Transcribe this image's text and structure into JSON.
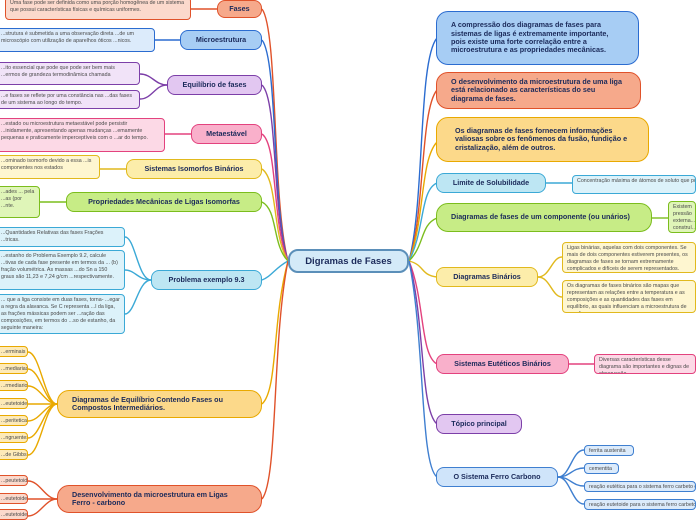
{
  "central": "Digramas de Fases",
  "right_nodes": [
    {
      "id": "r1",
      "text": "A compressão dos diagramas de fases para sistemas de ligas é extremamente importante, pois existe uma forte correlação entre a microestrutura e as propriedades mecânicas.",
      "fill": "#a7cdf4",
      "stroke": "#2b6cd0"
    },
    {
      "id": "r2",
      "text": "O desenvolvimento da microestrutura de uma liga está relacionado as características do seu diagrama de fases.",
      "fill": "#f6a98b",
      "stroke": "#e0522a"
    },
    {
      "id": "r3",
      "text": "Os diagramas de fases fornecem informações valiosas sobre os fenômenos da fusão, fundição e cristalização, além de outros.",
      "fill": "#fcd98a",
      "stroke": "#e9a900"
    },
    {
      "id": "r4",
      "text": "Limite de Solubilidade",
      "fill": "#bde6f3",
      "stroke": "#3ba9d6"
    },
    {
      "id": "r5",
      "text": "Diagramas de fases de um componente (ou unários)",
      "fill": "#c7ec86",
      "stroke": "#7bbd1d"
    },
    {
      "id": "r6",
      "text": "Diagramas Binários",
      "fill": "#fcedaa",
      "stroke": "#e1b91d"
    },
    {
      "id": "r7",
      "text": "Sistemas Eutéticos Binários",
      "fill": "#f9b0cb",
      "stroke": "#e3427e"
    },
    {
      "id": "r8",
      "text": "Tópico principal",
      "fill": "#e2c7f1",
      "stroke": "#7c3fa8"
    },
    {
      "id": "r9",
      "text": "O Sistema Ferro Carbono",
      "fill": "#cfe4fa",
      "stroke": "#3f7fd0"
    }
  ],
  "right_notes": [
    {
      "id": "n_r4",
      "text": "Concentração máxima de átomos de soluto que pode dissolver-se no solvente para formar uma solução sólida."
    },
    {
      "id": "n_r5",
      "text": "Existem pressão externa... construí... são traç..."
    },
    {
      "id": "n_r6a",
      "text": "Ligas binárias, aquelas com dois componentes. Se mais de dois componentes estiverem presentes, os diagramas de fases se tornam extremamente complicados e difíceis de serem representados."
    },
    {
      "id": "n_r6b",
      "text": "Os diagramas de fases binários são mapas que representam as relações entre a temperatura e as composições e as quantidades das fases em equilíbrio, as quais influenciam a microestrutura de uma liga."
    },
    {
      "id": "n_r7",
      "text": "Diversas características desse diagrama são importantes e dignas de observação."
    }
  ],
  "ferro_items": [
    "ferrita austenita",
    "cementita",
    "reação eutética para o sistema ferro carbeto de ferro",
    "reação eutetoide para o sistema ferro carbeto de ferro"
  ],
  "left_nodes": [
    {
      "id": "l1",
      "text": "Fases",
      "fill": "#f6a98b",
      "stroke": "#e0522a"
    },
    {
      "id": "l2",
      "text": "Microestrutura",
      "fill": "#a7cdf4",
      "stroke": "#2b6cd0"
    },
    {
      "id": "l3",
      "text": "Equilíbrio de fases",
      "fill": "#e2c7f1",
      "stroke": "#7c3fa8"
    },
    {
      "id": "l4",
      "text": "Metaestável",
      "fill": "#f9b0cb",
      "stroke": "#e3427e"
    },
    {
      "id": "l5",
      "text": "Sistemas Isomorfos Binários",
      "fill": "#fcedaa",
      "stroke": "#e1b91d"
    },
    {
      "id": "l6",
      "text": "Propriedades Mecânicas de Ligas Isomorfas",
      "fill": "#c7ec86",
      "stroke": "#7bbd1d"
    },
    {
      "id": "l7",
      "text": "Problema exemplo 9.3",
      "fill": "#bde6f3",
      "stroke": "#3ba9d6"
    },
    {
      "id": "l8",
      "text": "Diagramas de Equilíbrio Contendo Fases ou Compostos Intermediários.",
      "fill": "#fcd98a",
      "stroke": "#e9a900"
    },
    {
      "id": "l9",
      "text": "Desenvolvimento da microestrutura em Ligas Ferro - carbono",
      "fill": "#f6a98b",
      "stroke": "#e0522a"
    }
  ],
  "left_notes": [
    {
      "id": "n_l1",
      "text": "Uma fase pode ser definida como uma porção homogênea de um sistema que possui características físicas e químicas uniformes."
    },
    {
      "id": "n_l2",
      "text": "...strutura é submetida a uma observação direta ...de um microscópio com utilização de aparelhos óticos ...nicos."
    },
    {
      "id": "n_l3a",
      "text": "...ito essencial que pode que pode ser bem mais ...ermos de grandeza termodinâmica chamada"
    },
    {
      "id": "n_l3b",
      "text": "...e fases se reflete por uma constância nas ...das fases de um sistema ao longo do tempo."
    },
    {
      "id": "n_l4",
      "text": "...estado ou microestrutura metaestável pode persistir ...inidamente, apresentando apenas mudanças ...emamente pequenas e praticamente imperceptíveis com o ...ar do tempo."
    },
    {
      "id": "n_l5",
      "text": "...ominado isomorfo devido a essa ...is componentes nos estados"
    },
    {
      "id": "n_l6",
      "text": "...ades ... pela ...as (por ...nte."
    },
    {
      "id": "n_l7a",
      "text": "...Quantidades Relativas das fases Frações ...tricas."
    },
    {
      "id": "n_l7b",
      "text": "...estanho do Problema Exemplo 9.2, calcule ...tivas de cada fase presente em termos da ... (b) fração volumétrica. As massas ...do Sn a 150 graus são 11,23 e 7,24 g/cm ...respectivamente."
    },
    {
      "id": "n_l7c",
      "text": "... que a liga consiste em duas fases, torna- ...egar a regra da alavanca. Se C representa ...l da liga, as frações mássicas podem ser ...ração das composições, em termos do ...so de estanho, da seguinte maneira:"
    }
  ],
  "l8_items": [
    "...erminais",
    "...mediarias",
    "...rmediario",
    "...eutetoide",
    "...peritetica",
    "...ngruentes",
    "...de Gibbs"
  ],
  "l9_items": [
    "...peutetoides",
    "...eutetoide",
    "...eutetoide"
  ]
}
